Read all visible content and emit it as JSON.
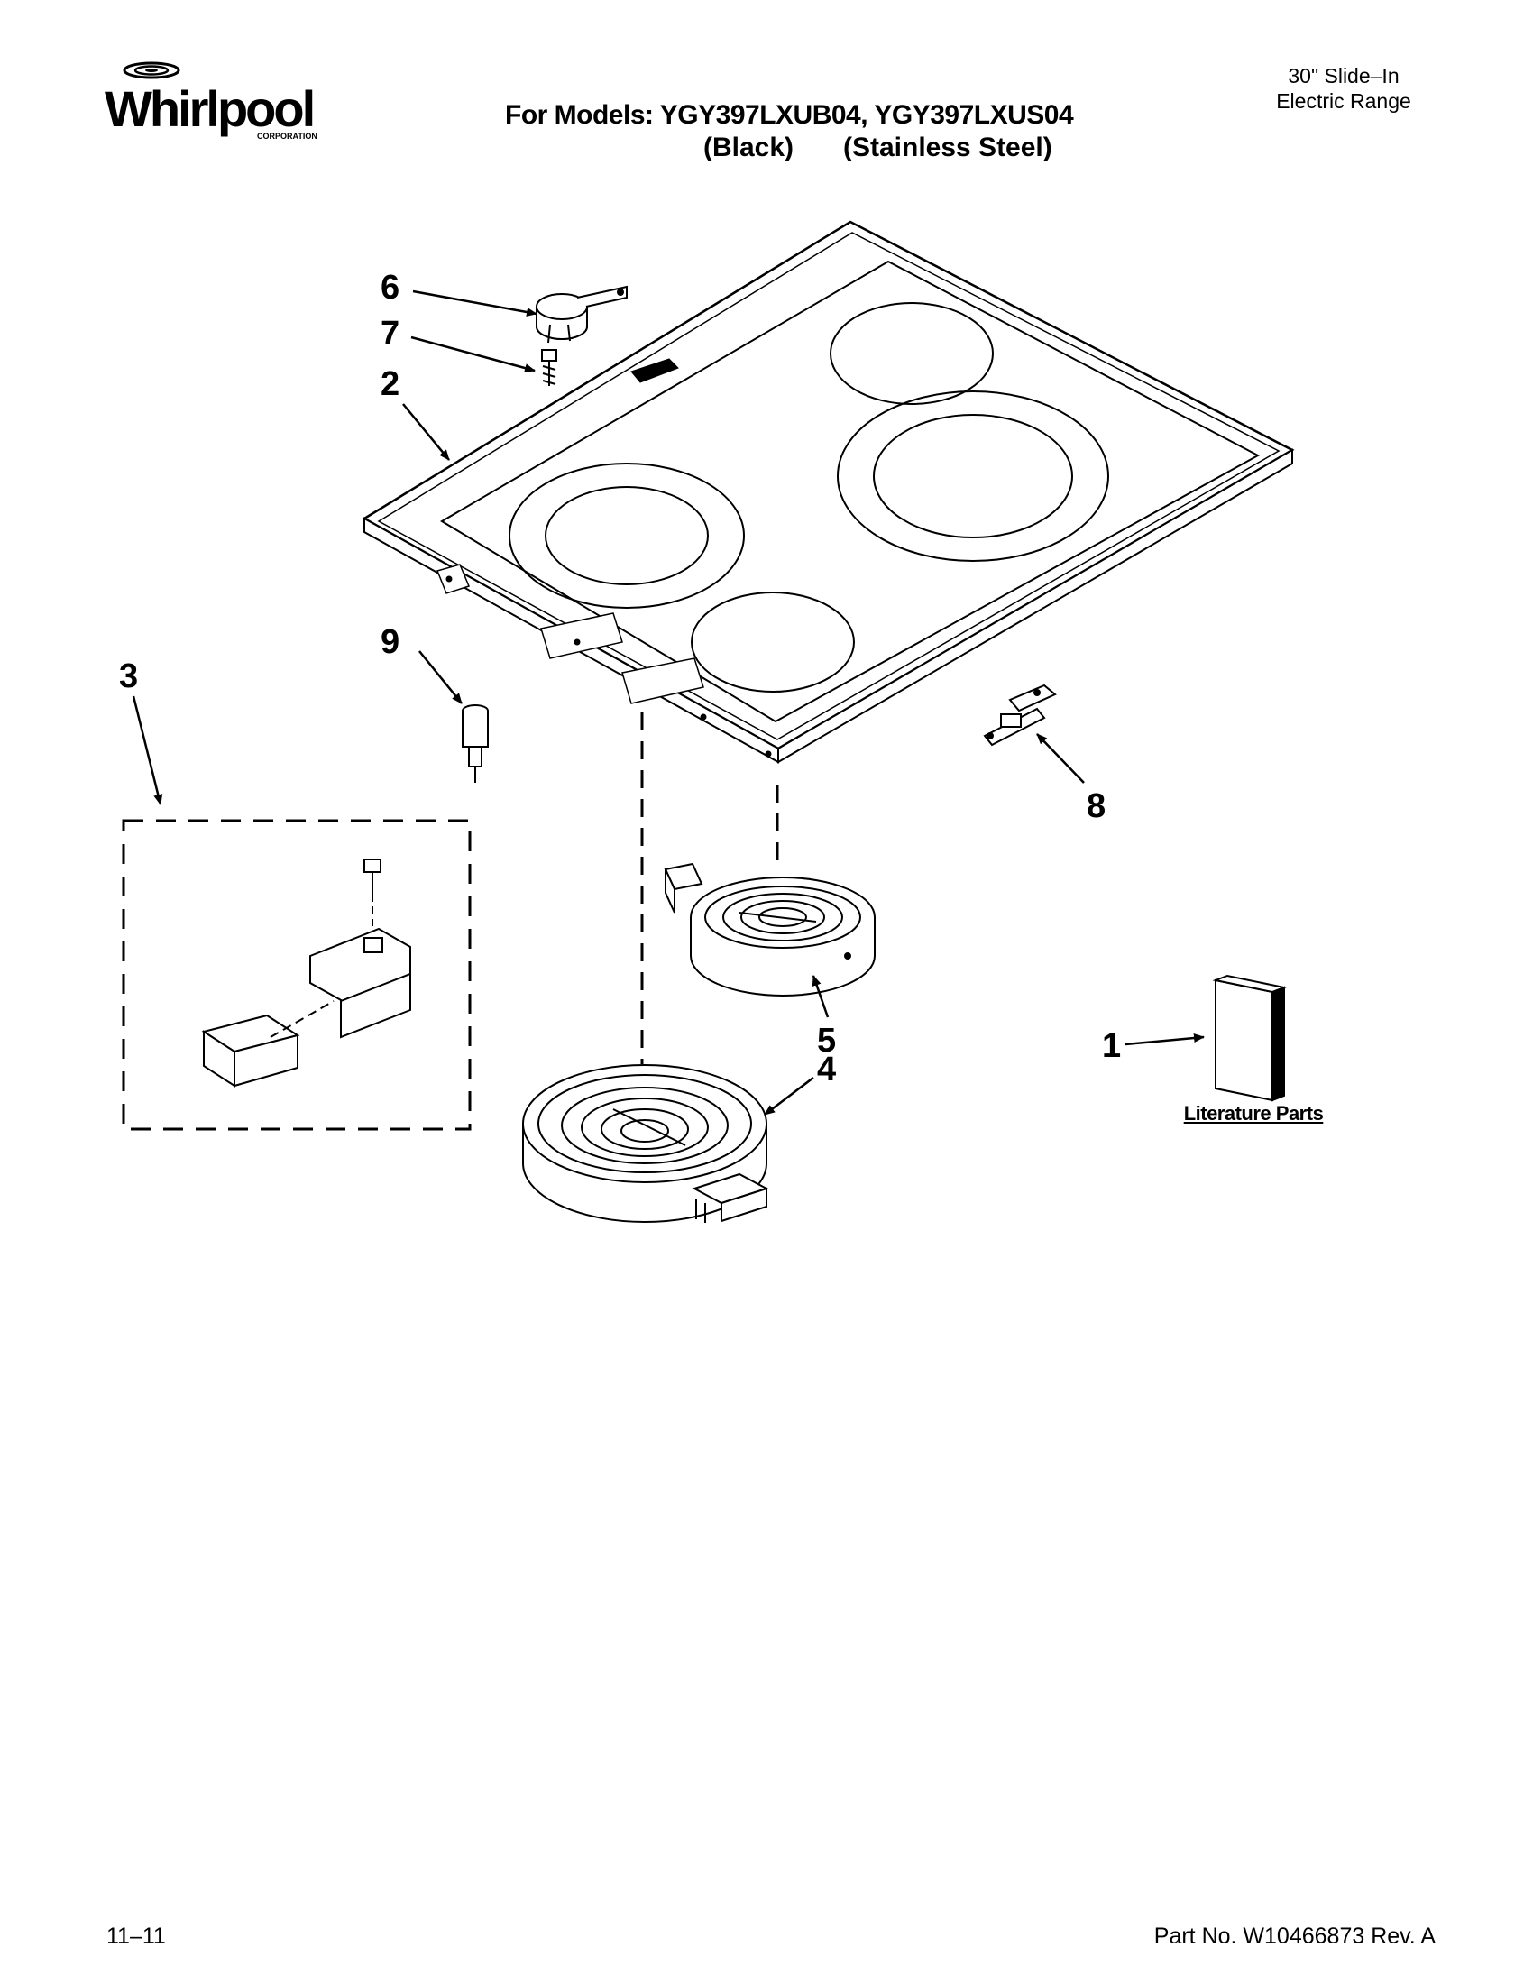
{
  "brand": {
    "logo_text": "Whirlpool",
    "logo_subtext": "CORPORATION"
  },
  "header": {
    "title": "For Models: YGY397LXUB04, YGY397LXUS04",
    "subtitle_black": "(Black)",
    "subtitle_steel": "(Stainless Steel)",
    "product_type_line1": "30\" Slide–In",
    "product_type_line2": "Electric Range"
  },
  "callouts": {
    "c1": "1",
    "c2": "2",
    "c3": "3",
    "c4": "4",
    "c5": "5",
    "c6": "6",
    "c7": "7",
    "c8": "8",
    "c9": "9"
  },
  "literature_label": "Literature Parts",
  "footer": {
    "date": "11–11",
    "part_number": "Part No. W10466873 Rev. A"
  }
}
